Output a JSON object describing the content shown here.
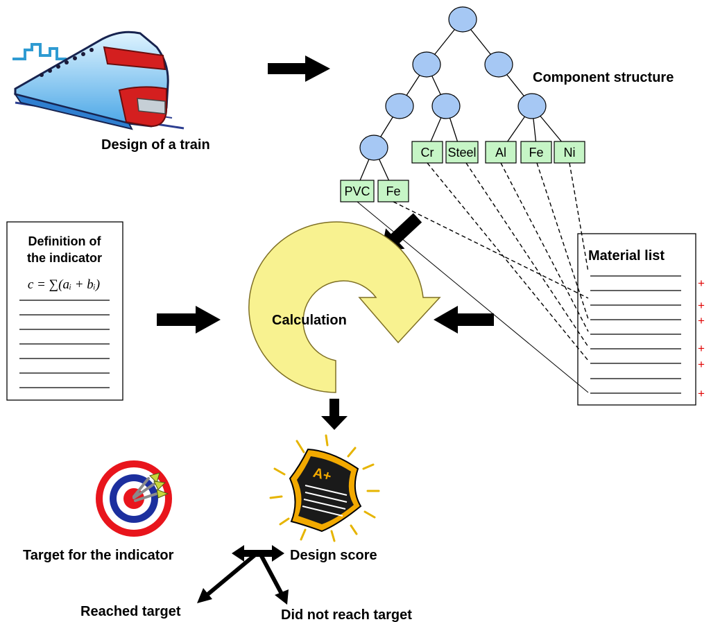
{
  "labels": {
    "train": "Design of a train",
    "component_structure": "Component structure",
    "definition_line1": "Definition of",
    "definition_line2": "the indicator",
    "formula": "c = ∑(aᵢ + bᵢ)",
    "calculation": "Calculation",
    "material_list": "Material list",
    "target": "Target for the indicator",
    "design_score": "Design score",
    "reached": "Reached target",
    "not_reached": "Did not reach target"
  },
  "materials": {
    "cr": "Cr",
    "steel": "Steel",
    "al": "Al",
    "fe_right": "Fe",
    "ni": "Ni",
    "pvc": "PVC",
    "fe_left": "Fe"
  },
  "score_badge": "A+",
  "material_markers": [
    "+",
    "+",
    "+",
    "+",
    "+",
    "+"
  ],
  "colors": {
    "tree_node": "#a6c8f4",
    "material_box": "#c6f5c6",
    "calculation_arrow": "#f8f290",
    "target_red": "#e8151c",
    "target_blue": "#1c2f9e",
    "marker_red": "#e00000"
  },
  "icons": [
    "train-icon",
    "target-icon",
    "score-paper-icon"
  ]
}
